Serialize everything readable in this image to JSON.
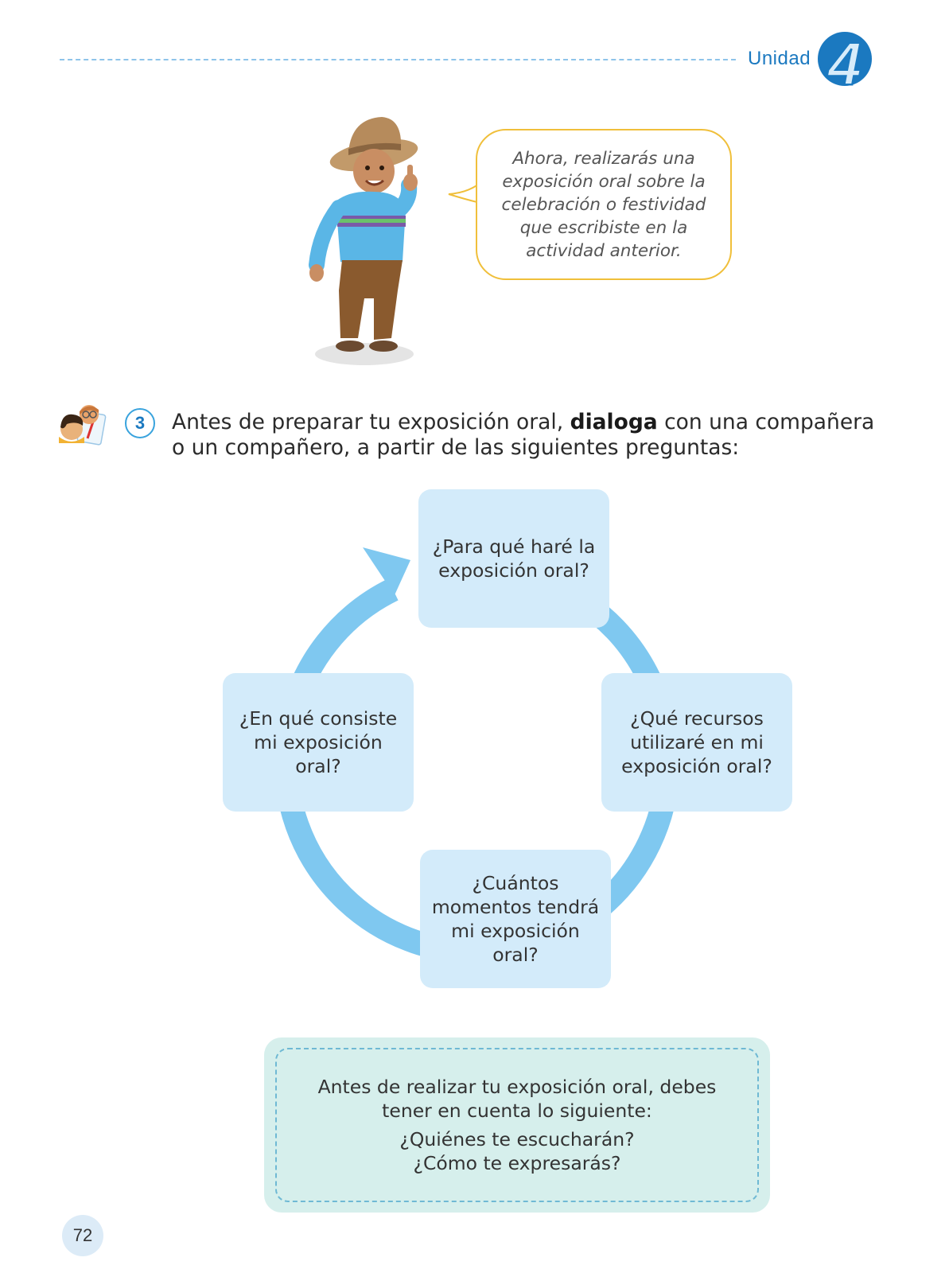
{
  "header": {
    "unit_label": "Unidad",
    "unit_number": "4",
    "accent_color": "#1b79c0"
  },
  "speech_bubble": {
    "lines": [
      "Ahora, realizarás una",
      "exposición oral sobre la",
      "celebración o festividad",
      "que escribiste en la",
      "actividad anterior."
    ]
  },
  "activity": {
    "number": "3",
    "icon": "pair-work-icon",
    "text_before": "Antes de preparar tu exposición oral, ",
    "text_bold": "dialoga",
    "text_after": " con una compañera o un compañero, a partir de las siguientes preguntas:"
  },
  "cycle": {
    "arrow_color": "#7fc8f0",
    "box_color": "#d3ebfa",
    "questions": {
      "top": "¿Para qué haré la exposición oral?",
      "right": "¿Qué recursos utilizaré en mi exposición oral?",
      "bottom": "¿Cuántos momentos tendrá mi exposición oral?",
      "left": "¿En qué consiste mi exposición oral?"
    }
  },
  "note": {
    "line1": "Antes de realizar tu exposición oral, debes",
    "line2": "tener en cuenta lo siguiente:",
    "line3": "¿Quiénes te escucharán?",
    "line4": "¿Cómo te expresarás?"
  },
  "page_number": "72"
}
